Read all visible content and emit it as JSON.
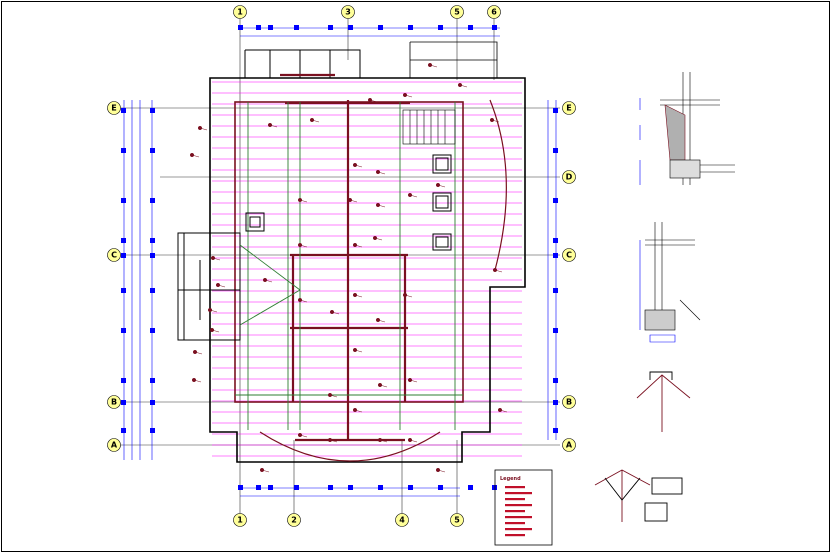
{
  "drawing": {
    "type": "architectural roof/foundation plan with section details",
    "colors": {
      "border": "#000000",
      "wall": "#000000",
      "grid_line": "#2a2a2a",
      "dimension": "#0000ff",
      "hatch": "#ff00ff",
      "beam": "#7a1020",
      "secondary": "#2e7d32",
      "bubble_fill": "#ffff99",
      "legend_text": "#c0102a"
    }
  },
  "grid": {
    "top_columns": [
      "1",
      "3",
      "5",
      "6"
    ],
    "bottom_columns": [
      "1",
      "2",
      "4",
      "5"
    ],
    "rows": [
      "E",
      "D",
      "C",
      "B",
      "A"
    ],
    "right_rows": [
      "E",
      "D",
      "C",
      "B",
      "A"
    ]
  },
  "legend": {
    "title": "Legend",
    "line_count": 9
  }
}
